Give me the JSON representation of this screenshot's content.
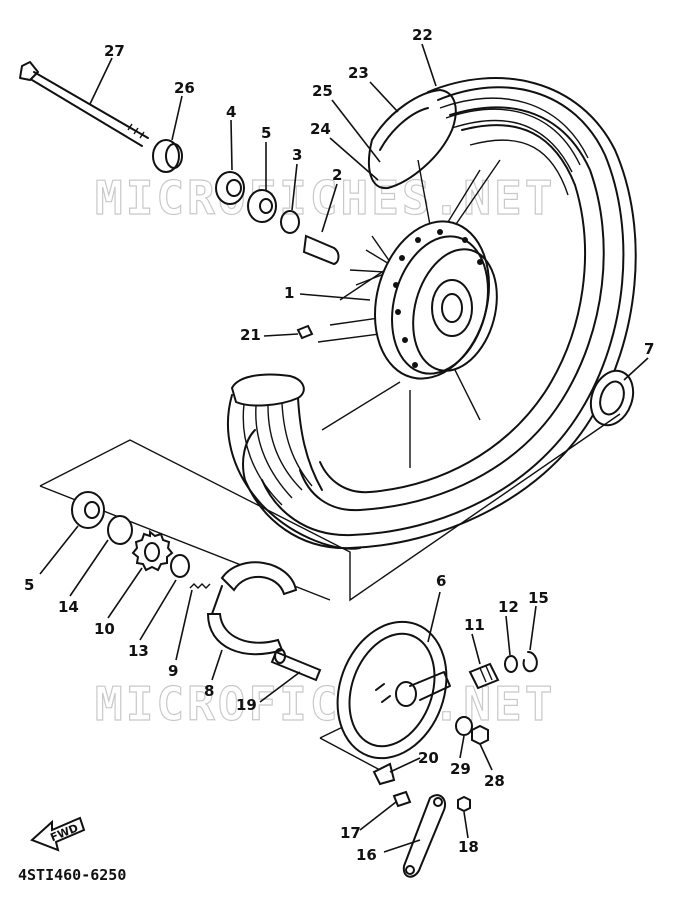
{
  "watermark": "MICROFICHES.NET",
  "diagram_code": "4STI460-6250",
  "fwd_label": "FWD",
  "callouts": {
    "c1": "1",
    "c2": "2",
    "c3": "3",
    "c4": "4",
    "c5a": "5",
    "c5b": "5",
    "c6": "6",
    "c7": "7",
    "c8": "8",
    "c9": "9",
    "c10": "10",
    "c11": "11",
    "c12": "12",
    "c13": "13",
    "c14": "14",
    "c15": "15",
    "c16": "16",
    "c17": "17",
    "c18": "18",
    "c19": "19",
    "c20": "20",
    "c21": "21",
    "c22": "22",
    "c23": "23",
    "c24": "24",
    "c25": "25",
    "c26": "26",
    "c27": "27",
    "c28": "28",
    "c29": "29"
  }
}
